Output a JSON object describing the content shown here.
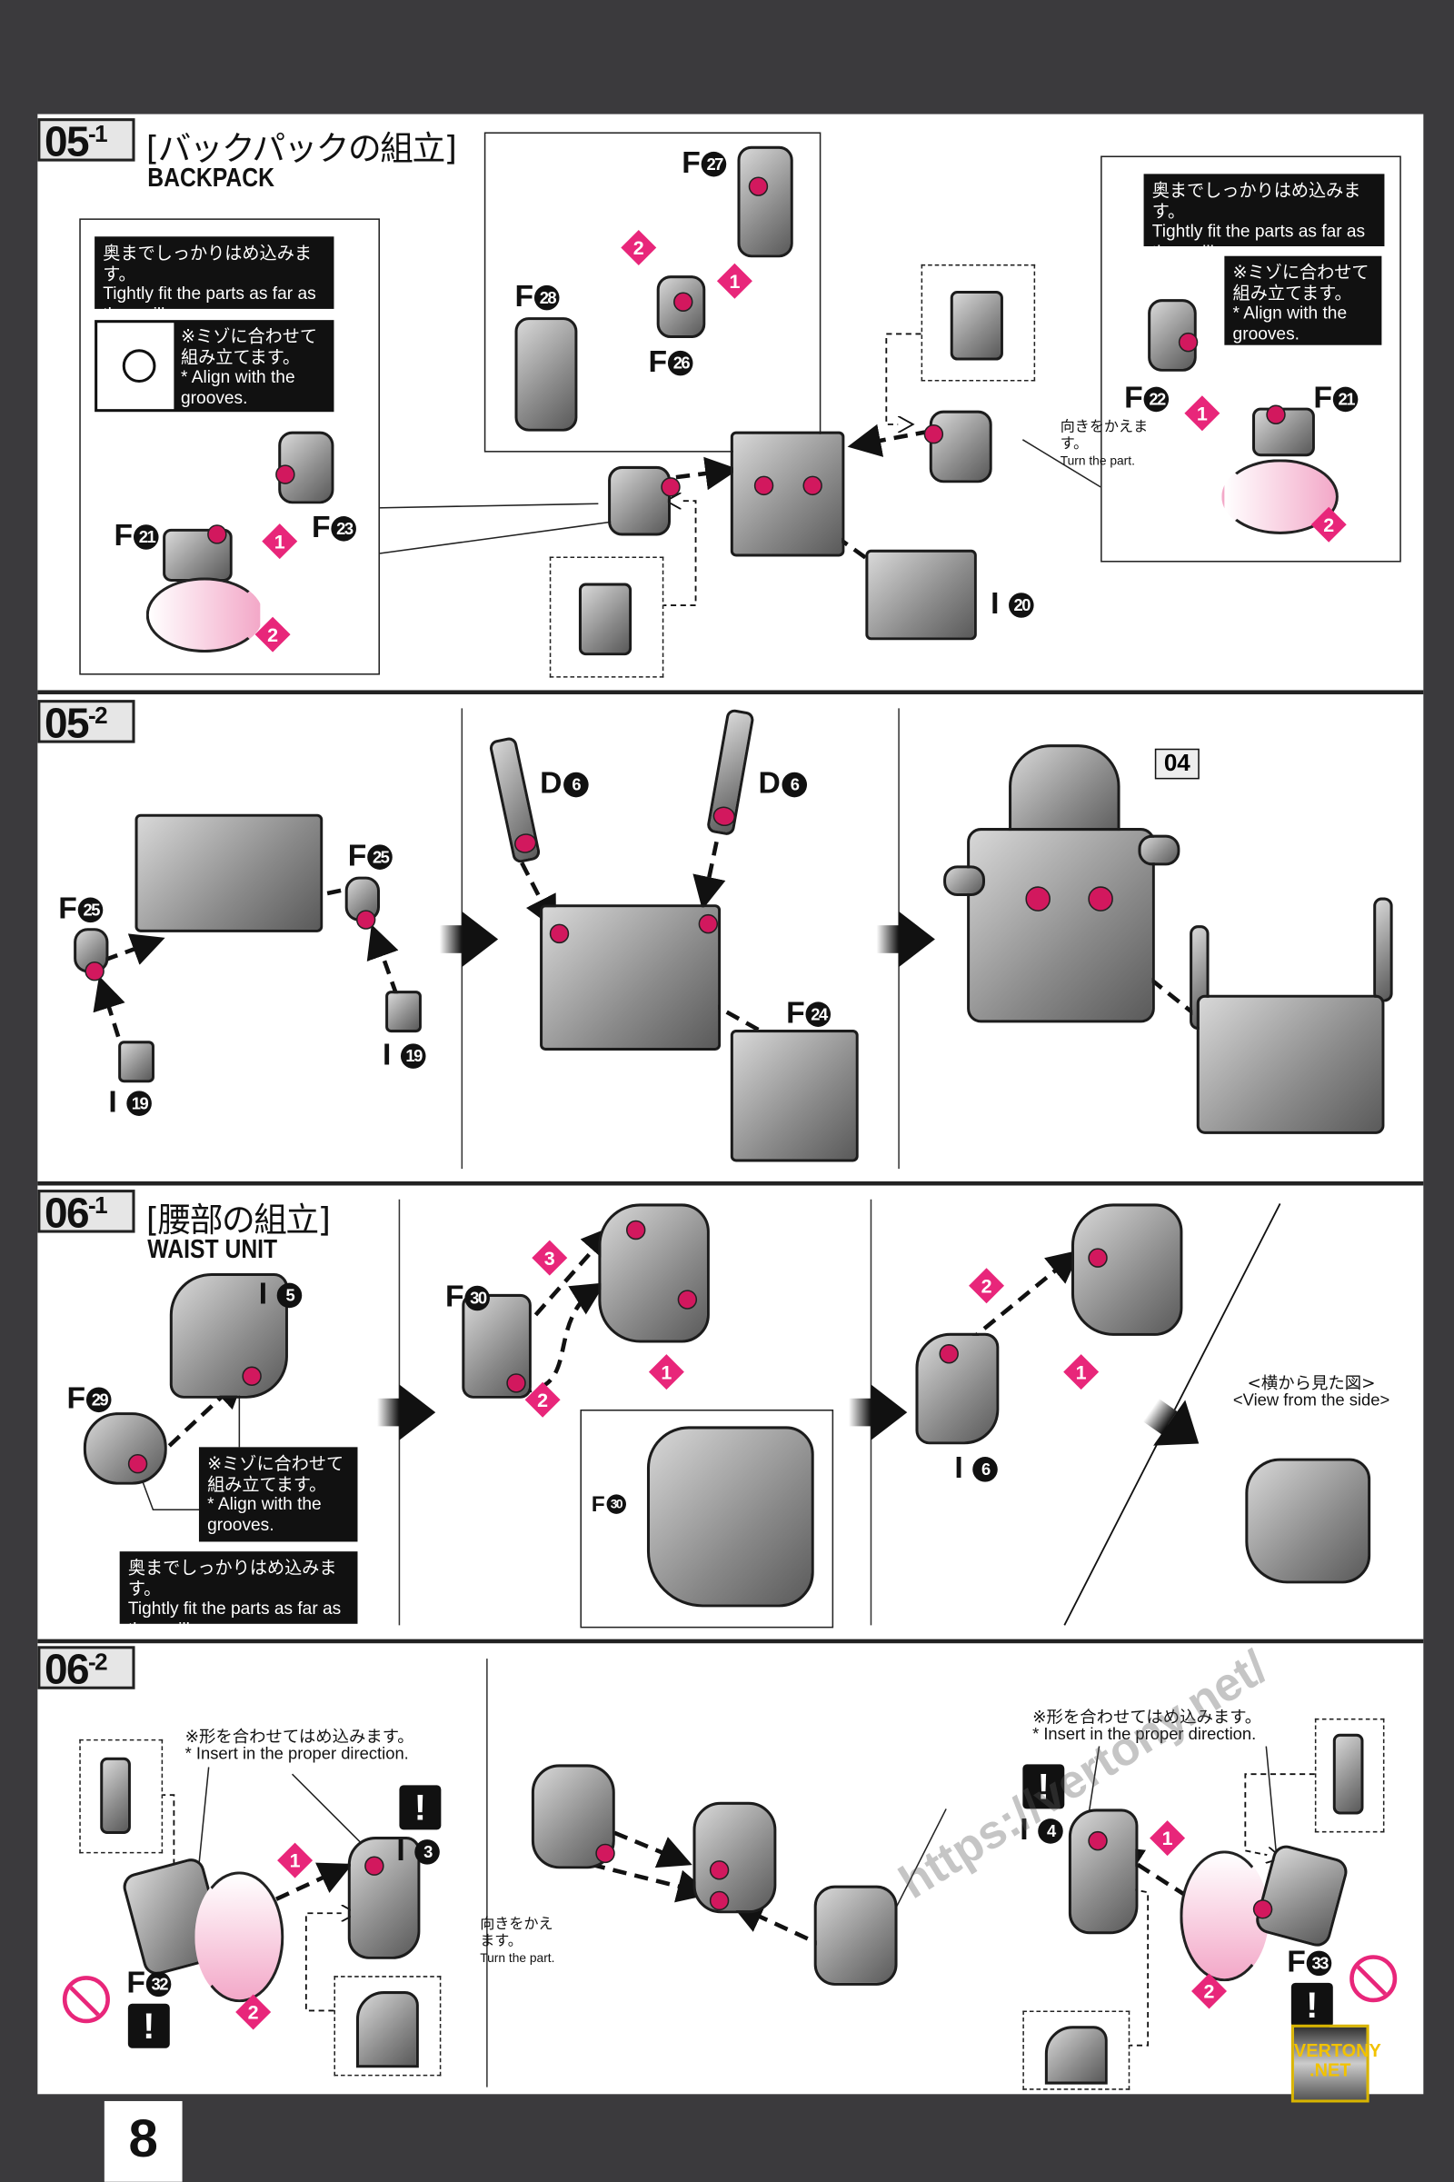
{
  "page_number": "8",
  "sections": {
    "s05_1": {
      "step": "05",
      "sub": "1",
      "title_jp": "[バックパックの組立]",
      "title_en": "BACKPACK",
      "note_tight_jp": "奥までしっかりはめ込みます。",
      "note_tight_en": "Tightly fit the parts as far as they will go.",
      "note_groove_jp": "※ミゾに合わせて組み立てます。",
      "note_groove_en": "* Align with the grooves.",
      "turn_jp": "向きをかえます。",
      "turn_en": "Turn the part.",
      "parts": {
        "f21": "21",
        "f23": "23",
        "f27": "27",
        "f28": "28",
        "f26": "26",
        "f22": "22",
        "f21b": "21",
        "i20": "20"
      },
      "prefix_f": "F",
      "prefix_i": "I",
      "steps": [
        "1",
        "2"
      ]
    },
    "s05_2": {
      "step": "05",
      "sub": "2",
      "parts": {
        "f25": "25",
        "i19": "19",
        "d6": "6",
        "f24": "24"
      },
      "prefix_f": "F",
      "prefix_i": "I",
      "prefix_d": "D",
      "ref_step": "04"
    },
    "s06_1": {
      "step": "06",
      "sub": "1",
      "title_jp": "[腰部の組立]",
      "title_en": "WAIST UNIT",
      "note_groove_jp": "※ミゾに合わせて組み立てます。",
      "note_groove_en": "* Align with the grooves.",
      "note_tight_jp": "奥までしっかりはめ込みます。",
      "note_tight_en": "Tightly fit the parts as far as they will go.",
      "side_view_jp": "<横から見た図>",
      "side_view_en": "<View from the side>",
      "parts": {
        "i5": "5",
        "f29": "29",
        "f30": "30",
        "i6": "6"
      },
      "prefix_f": "F",
      "prefix_i": "I",
      "steps": [
        "1",
        "2",
        "3"
      ]
    },
    "s06_2": {
      "step": "06",
      "sub": "2",
      "insert_jp": "※形を合わせてはめ込みます。",
      "insert_en": "* Insert in the proper direction.",
      "turn_jp": "向きをかえます。",
      "turn_en": "Turn the part.",
      "parts": {
        "i3": "3",
        "f32": "32",
        "i4": "4",
        "f33": "33"
      },
      "prefix_f": "F",
      "prefix_i": "I",
      "warning": "!",
      "steps": [
        "1",
        "2"
      ]
    }
  },
  "watermark": {
    "url": "https://vertony.net/",
    "badge_line1": "VERTONY",
    "badge_line2": ".NET"
  },
  "colors": {
    "accent": "#e8267a",
    "background": "#3b3a3d",
    "part_gray": "#8a8a8a"
  }
}
